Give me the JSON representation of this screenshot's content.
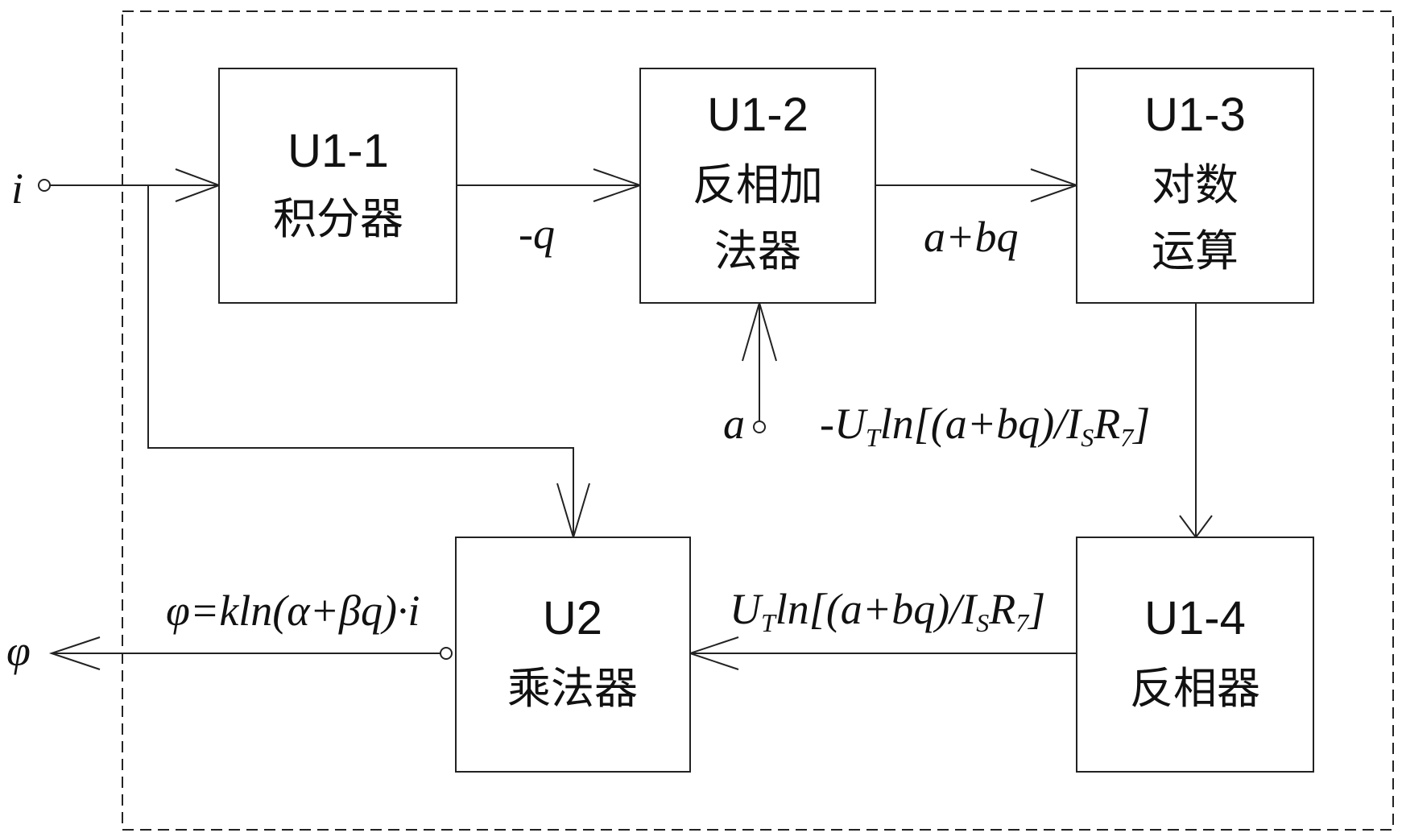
{
  "blocks": {
    "u1_1": {
      "title": "U1-1",
      "lines": [
        "积分器"
      ]
    },
    "u1_2": {
      "title": "U1-2",
      "lines": [
        "反相加",
        "法器"
      ]
    },
    "u1_3": {
      "title": "U1-3",
      "lines": [
        "对数",
        "运算"
      ]
    },
    "u1_4": {
      "title": "U1-4",
      "lines": [
        "反相器"
      ]
    },
    "u2": {
      "title": "U2",
      "lines": [
        "乘法器"
      ]
    }
  },
  "signals": {
    "input_i": "i",
    "neg_q": "-q",
    "a_plus_bq": "a+bq",
    "input_a": "a",
    "log_out": {
      "pre": "-U",
      "sub1": "T",
      "mid": "ln[(a+bq)/I",
      "sub2": "S",
      "mid2": "R",
      "sub3": "7",
      "post": "]"
    },
    "inv_out": {
      "pre": "U",
      "sub1": "T",
      "mid": "ln[(a+bq)/I",
      "sub2": "S",
      "mid2": "R",
      "sub3": "7",
      "post": "]"
    },
    "phi_formula": "φ=kln(α+βq)·i",
    "output_phi": "φ"
  }
}
